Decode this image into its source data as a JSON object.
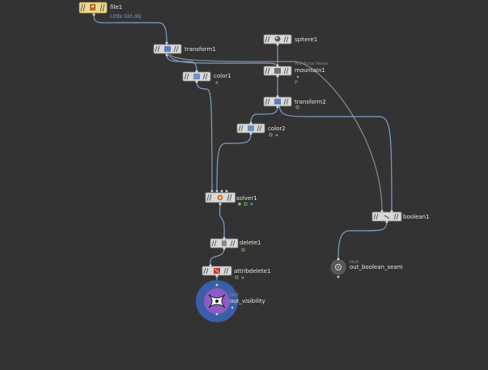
{
  "network": {
    "nodes": {
      "file1": {
        "label": "file1",
        "sublabel": "Little Girl.obj",
        "icon": "file-icon"
      },
      "transform1": {
        "label": "transform1",
        "icon": "transform-icon"
      },
      "color1": {
        "label": "color1",
        "icon": "color-icon"
      },
      "sphere1": {
        "label": "sphere1",
        "icon": "sphere-icon"
      },
      "mountain1": {
        "label": "mountain1",
        "hint": "Attribute Noise",
        "sublabel": "P",
        "icon": "mountain-icon"
      },
      "transform2": {
        "label": "transform2",
        "icon": "transform-icon"
      },
      "color2": {
        "label": "color2",
        "icon": "color-icon"
      },
      "solver1": {
        "label": "solver1",
        "icon": "solver-icon"
      },
      "delete1": {
        "label": "delete1",
        "icon": "delete-icon"
      },
      "attribdelete1": {
        "label": "attribdelete1",
        "icon": "attribdelete-icon"
      },
      "out_visibility": {
        "label": "out_visibility",
        "hint": "Null",
        "icon": "null-output-icon"
      },
      "boolean1": {
        "label": "boolean1",
        "icon": "boolean-icon"
      },
      "out_boolean_seam": {
        "label": "out_boolean_seam",
        "hint": "Null",
        "icon": "null-icon"
      }
    },
    "colors": {
      "background": "#333333",
      "wire": "#7f9fc6",
      "file_node": "#f0d98a",
      "output_ring": "#3a5fa8",
      "output_fill": "#8c5cc4"
    }
  }
}
